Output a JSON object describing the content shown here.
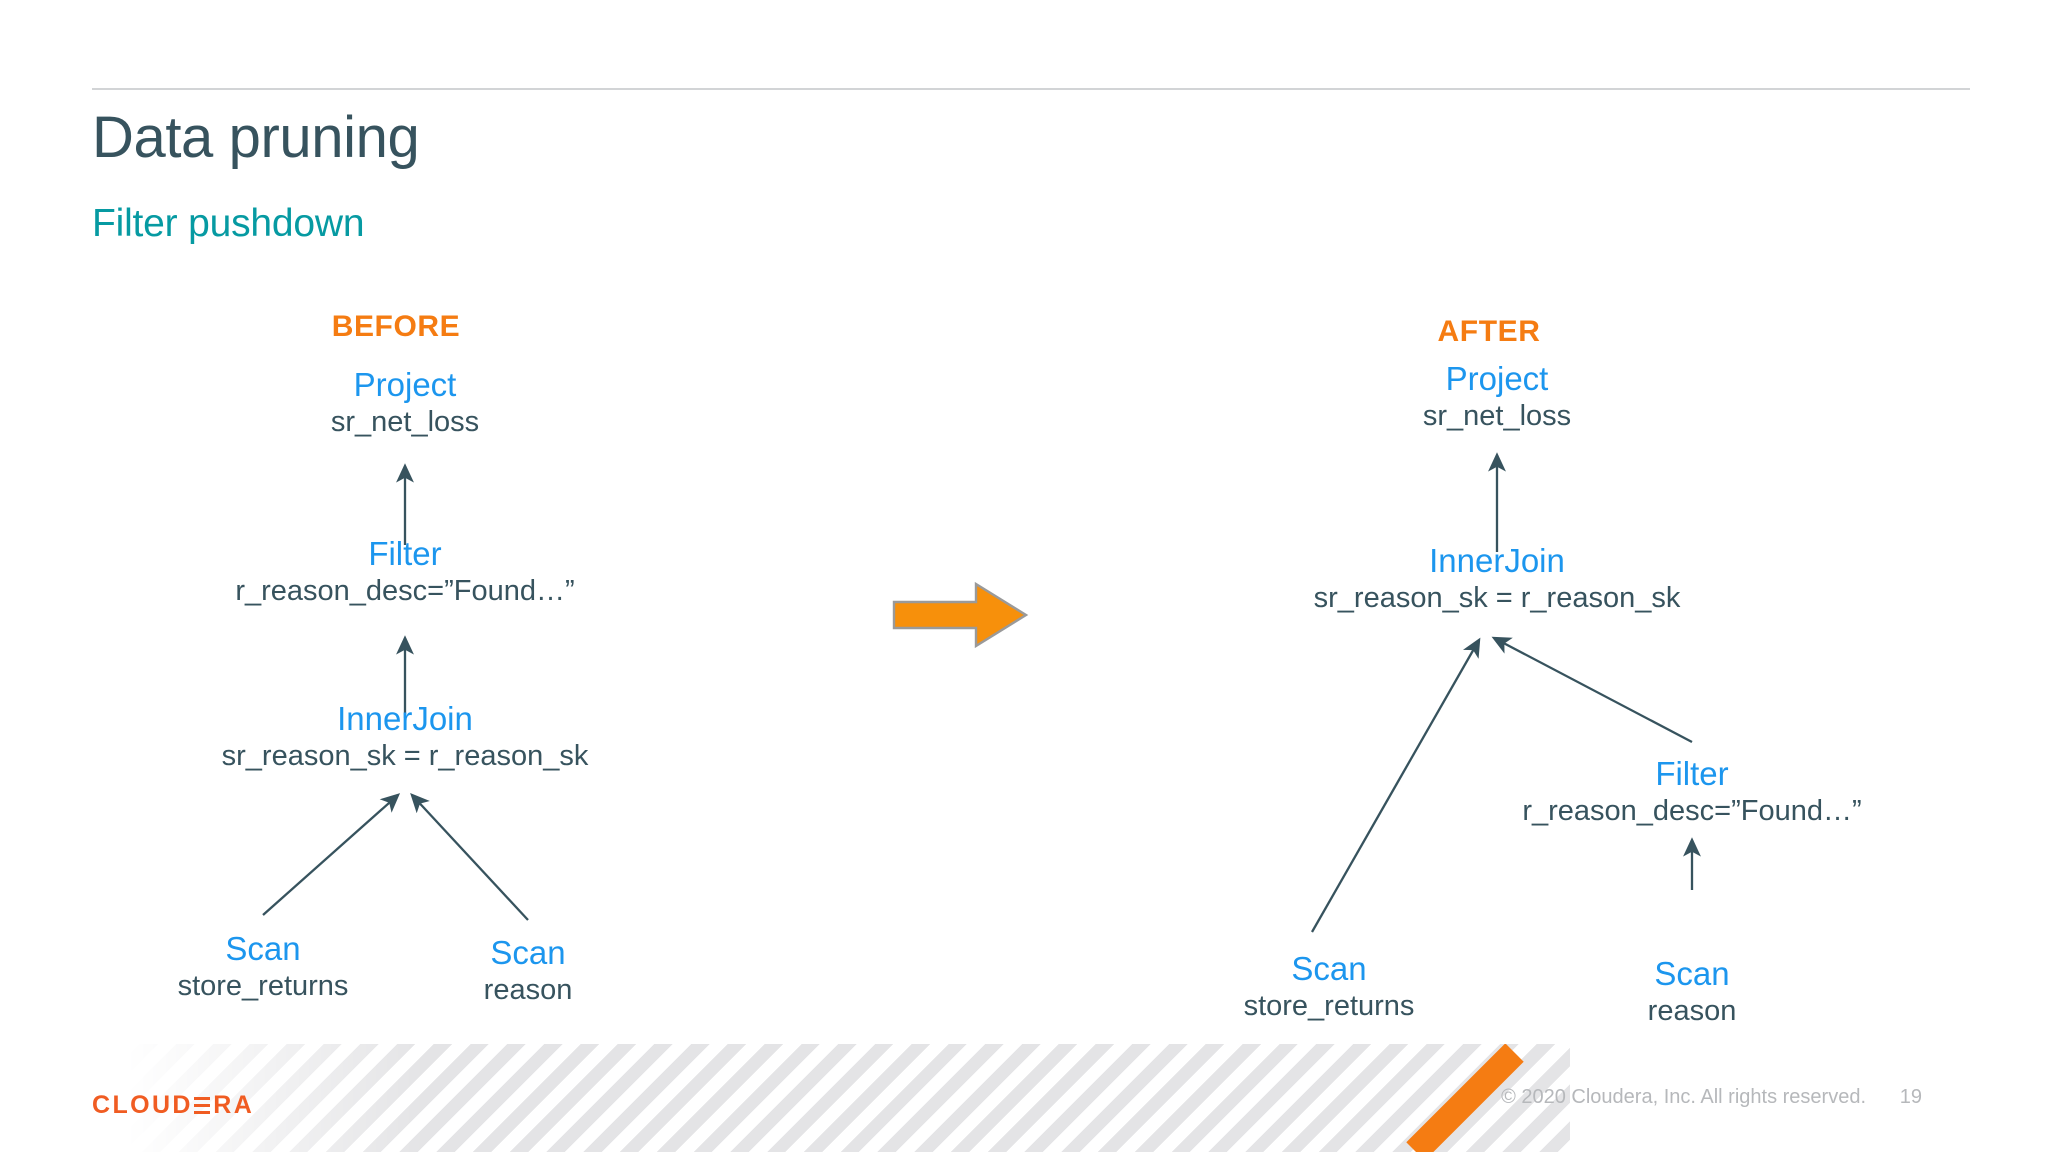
{
  "slide": {
    "title": "Data pruning",
    "subtitle": "Filter pushdown",
    "title_color": "#37535e",
    "subtitle_color": "#069aa2",
    "accent_color": "#f57c12",
    "node_op_color": "#1c96ee",
    "node_detail_color": "#37535e"
  },
  "before": {
    "phase_label": "BEFORE",
    "nodes": {
      "project": {
        "op": "Project",
        "detail": "sr_net_loss"
      },
      "filter": {
        "op": "Filter",
        "detail": "r_reason_desc=”Found…”"
      },
      "join": {
        "op": "InnerJoin",
        "detail": "sr_reason_sk = r_reason_sk"
      },
      "scan_left": {
        "op": "Scan",
        "detail": "store_returns"
      },
      "scan_right": {
        "op": "Scan",
        "detail": "reason"
      }
    }
  },
  "after": {
    "phase_label": "AFTER",
    "nodes": {
      "project": {
        "op": "Project",
        "detail": "sr_net_loss"
      },
      "join": {
        "op": "InnerJoin",
        "detail": "sr_reason_sk = r_reason_sk"
      },
      "filter": {
        "op": "Filter",
        "detail": "r_reason_desc=”Found…”"
      },
      "scan_left": {
        "op": "Scan",
        "detail": "store_returns"
      },
      "scan_right": {
        "op": "Scan",
        "detail": "reason"
      }
    }
  },
  "transform": {
    "icon": "right-arrow-icon",
    "color": "#f7900b"
  },
  "footer": {
    "brand_prefix": "CLOUD",
    "brand_suffix": "RA",
    "copyright": "© 2020 Cloudera, Inc. All rights reserved.",
    "page_number": "19"
  }
}
